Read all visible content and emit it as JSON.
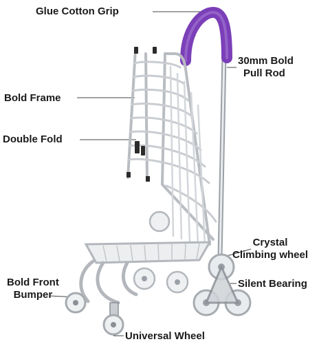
{
  "labels": {
    "grip": "Glue Cotton Grip",
    "pull_rod_line1": "30mm Bold",
    "pull_rod_line2": "Pull Rod",
    "frame": "Bold Frame",
    "fold": "Double Fold",
    "crystal_line1": "Crystal",
    "crystal_line2": "Climbing wheel",
    "bearing": "Silent Bearing",
    "bumper_line1": "Bold Front",
    "bumper_line2": "Bumper",
    "universal": "Universal Wheel"
  },
  "colors": {
    "grip": "#7b3fb8",
    "frame": "#c9ccd1",
    "frame_dark": "#8c9096",
    "wheel": "#e6e8ea",
    "leader": "#444444"
  }
}
